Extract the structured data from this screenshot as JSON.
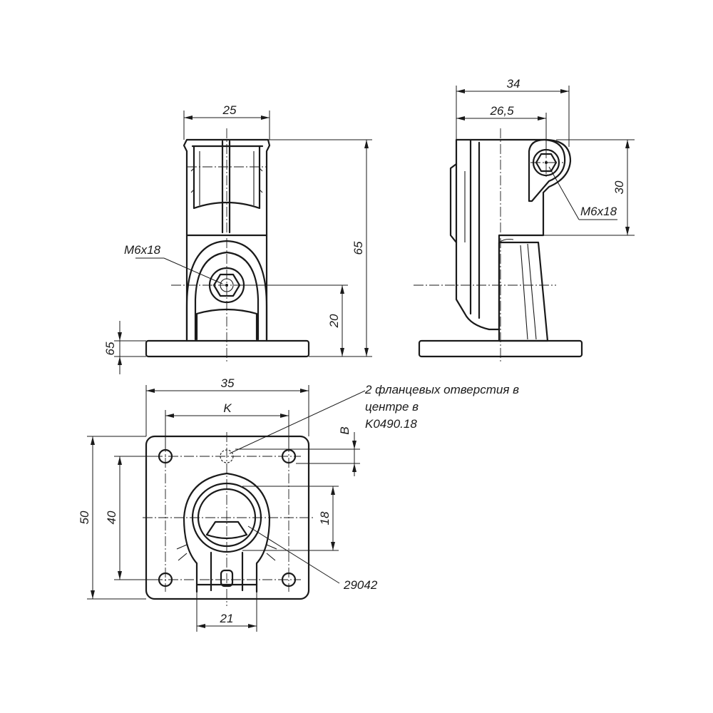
{
  "front_view": {
    "width_dim": "25",
    "height_dim": "65",
    "center_height_dim": "20",
    "base_thickness_dim": "65",
    "bolt_label": "M6x18"
  },
  "side_view": {
    "overall_width_dim": "34",
    "pivot_offset_dim": "26,5",
    "clamp_height_dim": "30",
    "bolt_label": "M6x18"
  },
  "plan_view": {
    "base_width_dim": "35",
    "hole_spacing_dim": "K",
    "base_depth_dim": "50",
    "hole_depth_spacing_dim": "40",
    "bore_dim": "18",
    "slot_width_dim": "21",
    "offset_dim": "B",
    "part_ref": "29042",
    "note_lines": [
      "2 фланцевых отверстия в",
      "центре в",
      "K0490.18"
    ]
  }
}
